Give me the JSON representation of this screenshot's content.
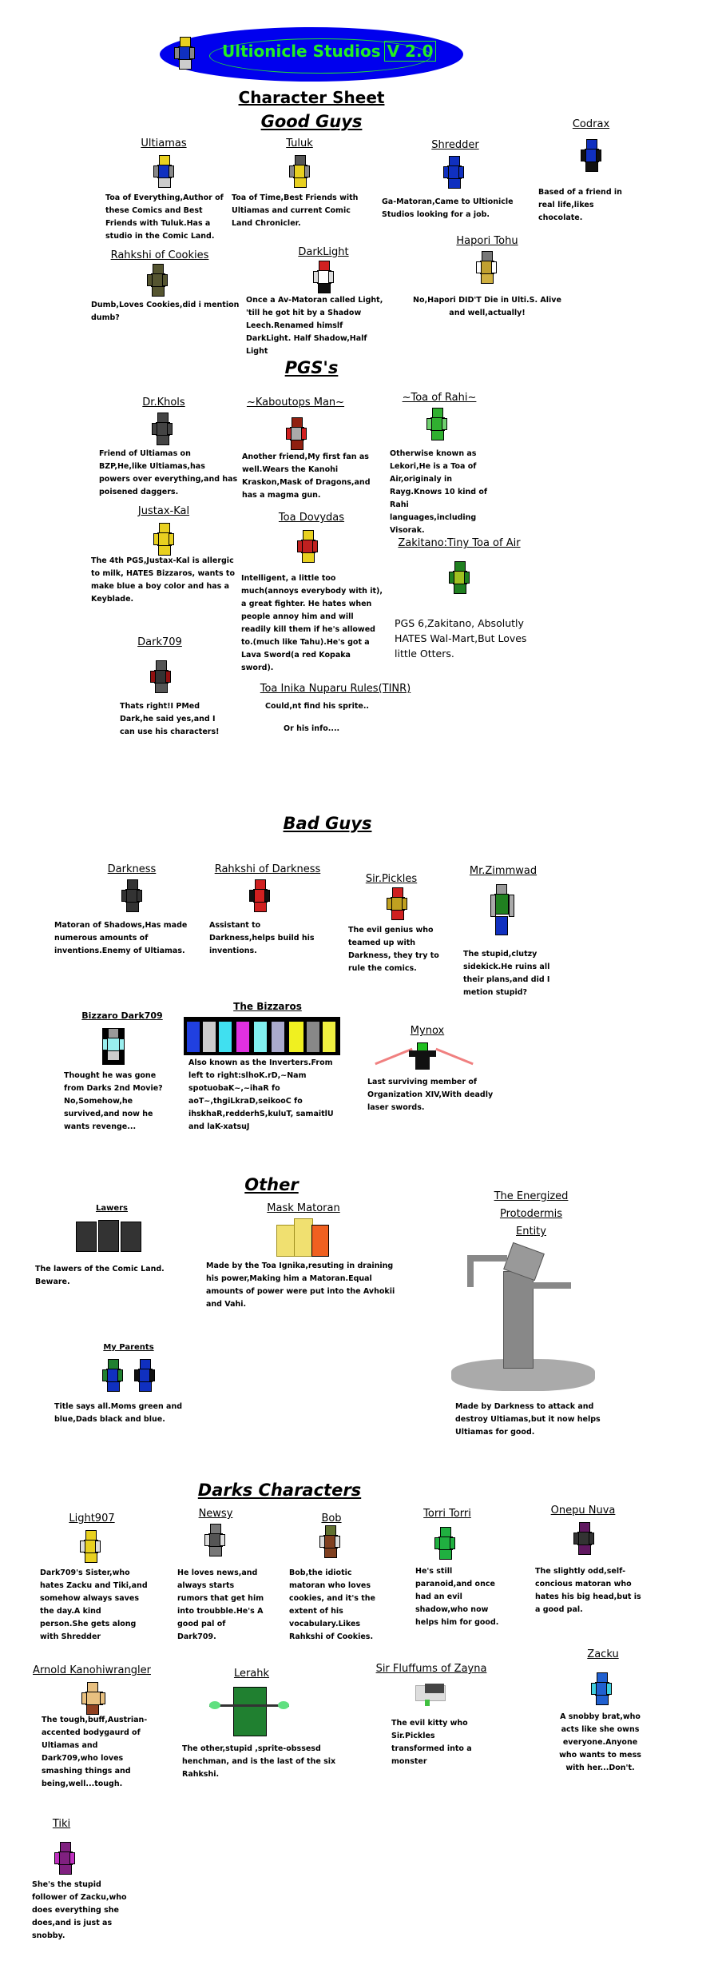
{
  "banner": {
    "title": "Ultionicle Studios",
    "version": "V 2.0",
    "colors": {
      "ellipse": "#0000ee",
      "text": "#22ee22"
    }
  },
  "page_title": "Character Sheet",
  "sections": {
    "good": "Good Guys",
    "pgs": "PGS's",
    "bad": "Bad Guys",
    "other": "Other",
    "darks": "Darks Characters"
  },
  "good_guys": [
    {
      "name": "Ultiamas",
      "desc": "Toa of Everything,Author of these Comics and Best Friends with Tuluk.Has a studio in the Comic Land."
    },
    {
      "name": "Tuluk",
      "desc": "Toa of Time,Best Friends with Ultiamas and current Comic Land Chronicler."
    },
    {
      "name": "Shredder",
      "desc": "Ga-Matoran,Came to Ultionicle Studios looking for a job."
    },
    {
      "name": "Codrax",
      "desc": "Based of a friend in real life,likes chocolate."
    },
    {
      "name": "Rahkshi of Cookies",
      "desc": "Dumb,Loves Cookies,did i mention dumb?"
    },
    {
      "name": "DarkLight",
      "desc": "Once a Av-Matoran called Light, 'till he got hit by a Shadow Leech.Renamed himslf DarkLight. Half Shadow,Half Light"
    },
    {
      "name": "Hapori Tohu",
      "desc": "No,Hapori DID'T Die in Ulti.S. Alive and well,actually!"
    }
  ],
  "pgs": [
    {
      "name": "Dr.Khols",
      "desc": "Friend of Ultiamas on BZP,He,like Ultiamas,has powers over everything,and has poisened daggers."
    },
    {
      "name": "~Kaboutops Man~",
      "desc": "Another friend,My first fan as well.Wears the Kanohi Kraskon,Mask of Dragons,and has a magma gun."
    },
    {
      "name": "~Toa of Rahi~",
      "desc": "Otherwise known as Lekori,He is a Toa of Air,originaly in Rayg.Knows 10 kind of Rahi languages,including Visorak."
    },
    {
      "name": "Justax-Kal",
      "desc": "The 4th PGS,Justax-Kal is allergic to milk, HATES Bizzaros, wants to make blue a boy color and has a Keyblade."
    },
    {
      "name": "Toa Dovydas",
      "desc": "Intelligent, a little too much(annoys everybody with it), a great fighter. He hates when people annoy him and will readily kill them if he's allowed to.(much like Tahu).He's got a Lava Sword(a red Kopaka sword)."
    },
    {
      "name": "Zakitano:Tiny Toa of Air",
      "desc": "PGS 6,Zakitano, Absolutly HATES Wal-Mart,But Loves little Otters."
    },
    {
      "name": "Dark709",
      "desc": "Thats right!I PMed Dark,he said yes,and I can use his characters!"
    },
    {
      "name": "Toa Inika Nuparu Rules(TINR)",
      "desc": "Could,nt find his sprite..",
      "desc2": "Or his info...."
    }
  ],
  "bad_guys": [
    {
      "name": "Darkness",
      "desc": "Matoran of Shadows,Has made numerous amounts of inventions.Enemy of Ultiamas."
    },
    {
      "name": "Rahkshi of Darkness",
      "desc": "Assistant to Darkness,helps build his inventions."
    },
    {
      "name": "Sir.Pickles",
      "desc": "The evil genius who teamed up with Darkness, they try to rule the comics."
    },
    {
      "name": "Mr.Zimmwad",
      "desc": "The stupid,clutzy sidekick.He ruins all their plans,and did I metion stupid?"
    },
    {
      "name": "Bizzaro Dark709",
      "desc": "Thought he was gone from Darks 2nd Movie?No,Somehow,he survived,and now he wants revenge..."
    },
    {
      "name": "The Bizzaros",
      "desc": "Also known as the Inverters.From left to right:slhoK.rD,~Nam spotuobaK~,~ihaR fo aoT~,thgiLkraD,seikooC fo ihskhaR,redderhS,kuluT, samaitlU and laK-xatsuJ"
    },
    {
      "name": "Mynox",
      "desc": "Last surviving member of Organization XIV,With deadly laser swords."
    }
  ],
  "other": [
    {
      "name": "Lawers",
      "desc": "The lawers of the Comic Land. Beware."
    },
    {
      "name": "Mask Matoran",
      "desc": "Made by the Toa Ignika,resuting in draining his power,Making him a Matoran.Equal amounts of power were put into the Avhokii and Vahi."
    },
    {
      "name": "The Energized Protodermis Entity",
      "name_lines": [
        "The Energized",
        "Protodermis",
        "Entity"
      ],
      "desc": "Made by Darkness to attack and destroy Ultiamas,but it now helps Ultiamas for good."
    },
    {
      "name": "My Parents",
      "desc": "Title says all.Moms green and blue,Dads black and blue."
    }
  ],
  "darks": [
    {
      "name": "Light907",
      "desc": "Dark709's Sister,who hates Zacku and Tiki,and somehow always saves the day.A kind person.She gets along with Shredder"
    },
    {
      "name": "Newsy",
      "desc": "He loves news,and always starts rumors that get him into troubble.He's A good pal of Dark709."
    },
    {
      "name": "Bob",
      "desc": "Bob,the idiotic matoran who loves cookies, and it's the extent of his vocabulary.Likes Rahkshi of Cookies."
    },
    {
      "name": "Torri Torri",
      "desc": "He's still paranoid,and once had an evil shadow,who now helps him for good."
    },
    {
      "name": "Onepu Nuva",
      "desc": "The slightly odd,self-concious matoran who hates his big head,but is a good pal."
    },
    {
      "name": "Arnold Kanohiwrangler",
      "desc": "The tough,buff,Austrian-accented bodygaurd of Ultiamas and Dark709,who loves smashing things and being,well...tough."
    },
    {
      "name": "Lerahk",
      "desc": "The other,stupid ,sprite-obssesd henchman, and is the last of the six Rahkshi."
    },
    {
      "name": "Sir Fluffums of Zayna",
      "desc": "The evil kitty who Sir.Pickles transformed into a monster"
    },
    {
      "name": "Zacku",
      "desc": "A snobby brat,who acts like she owns everyone.Anyone who wants to mess with her...Don't."
    },
    {
      "name": "Tiki",
      "desc": "She's the stupid follower of Zacku,who does everything she does,and is just as snobby."
    }
  ]
}
